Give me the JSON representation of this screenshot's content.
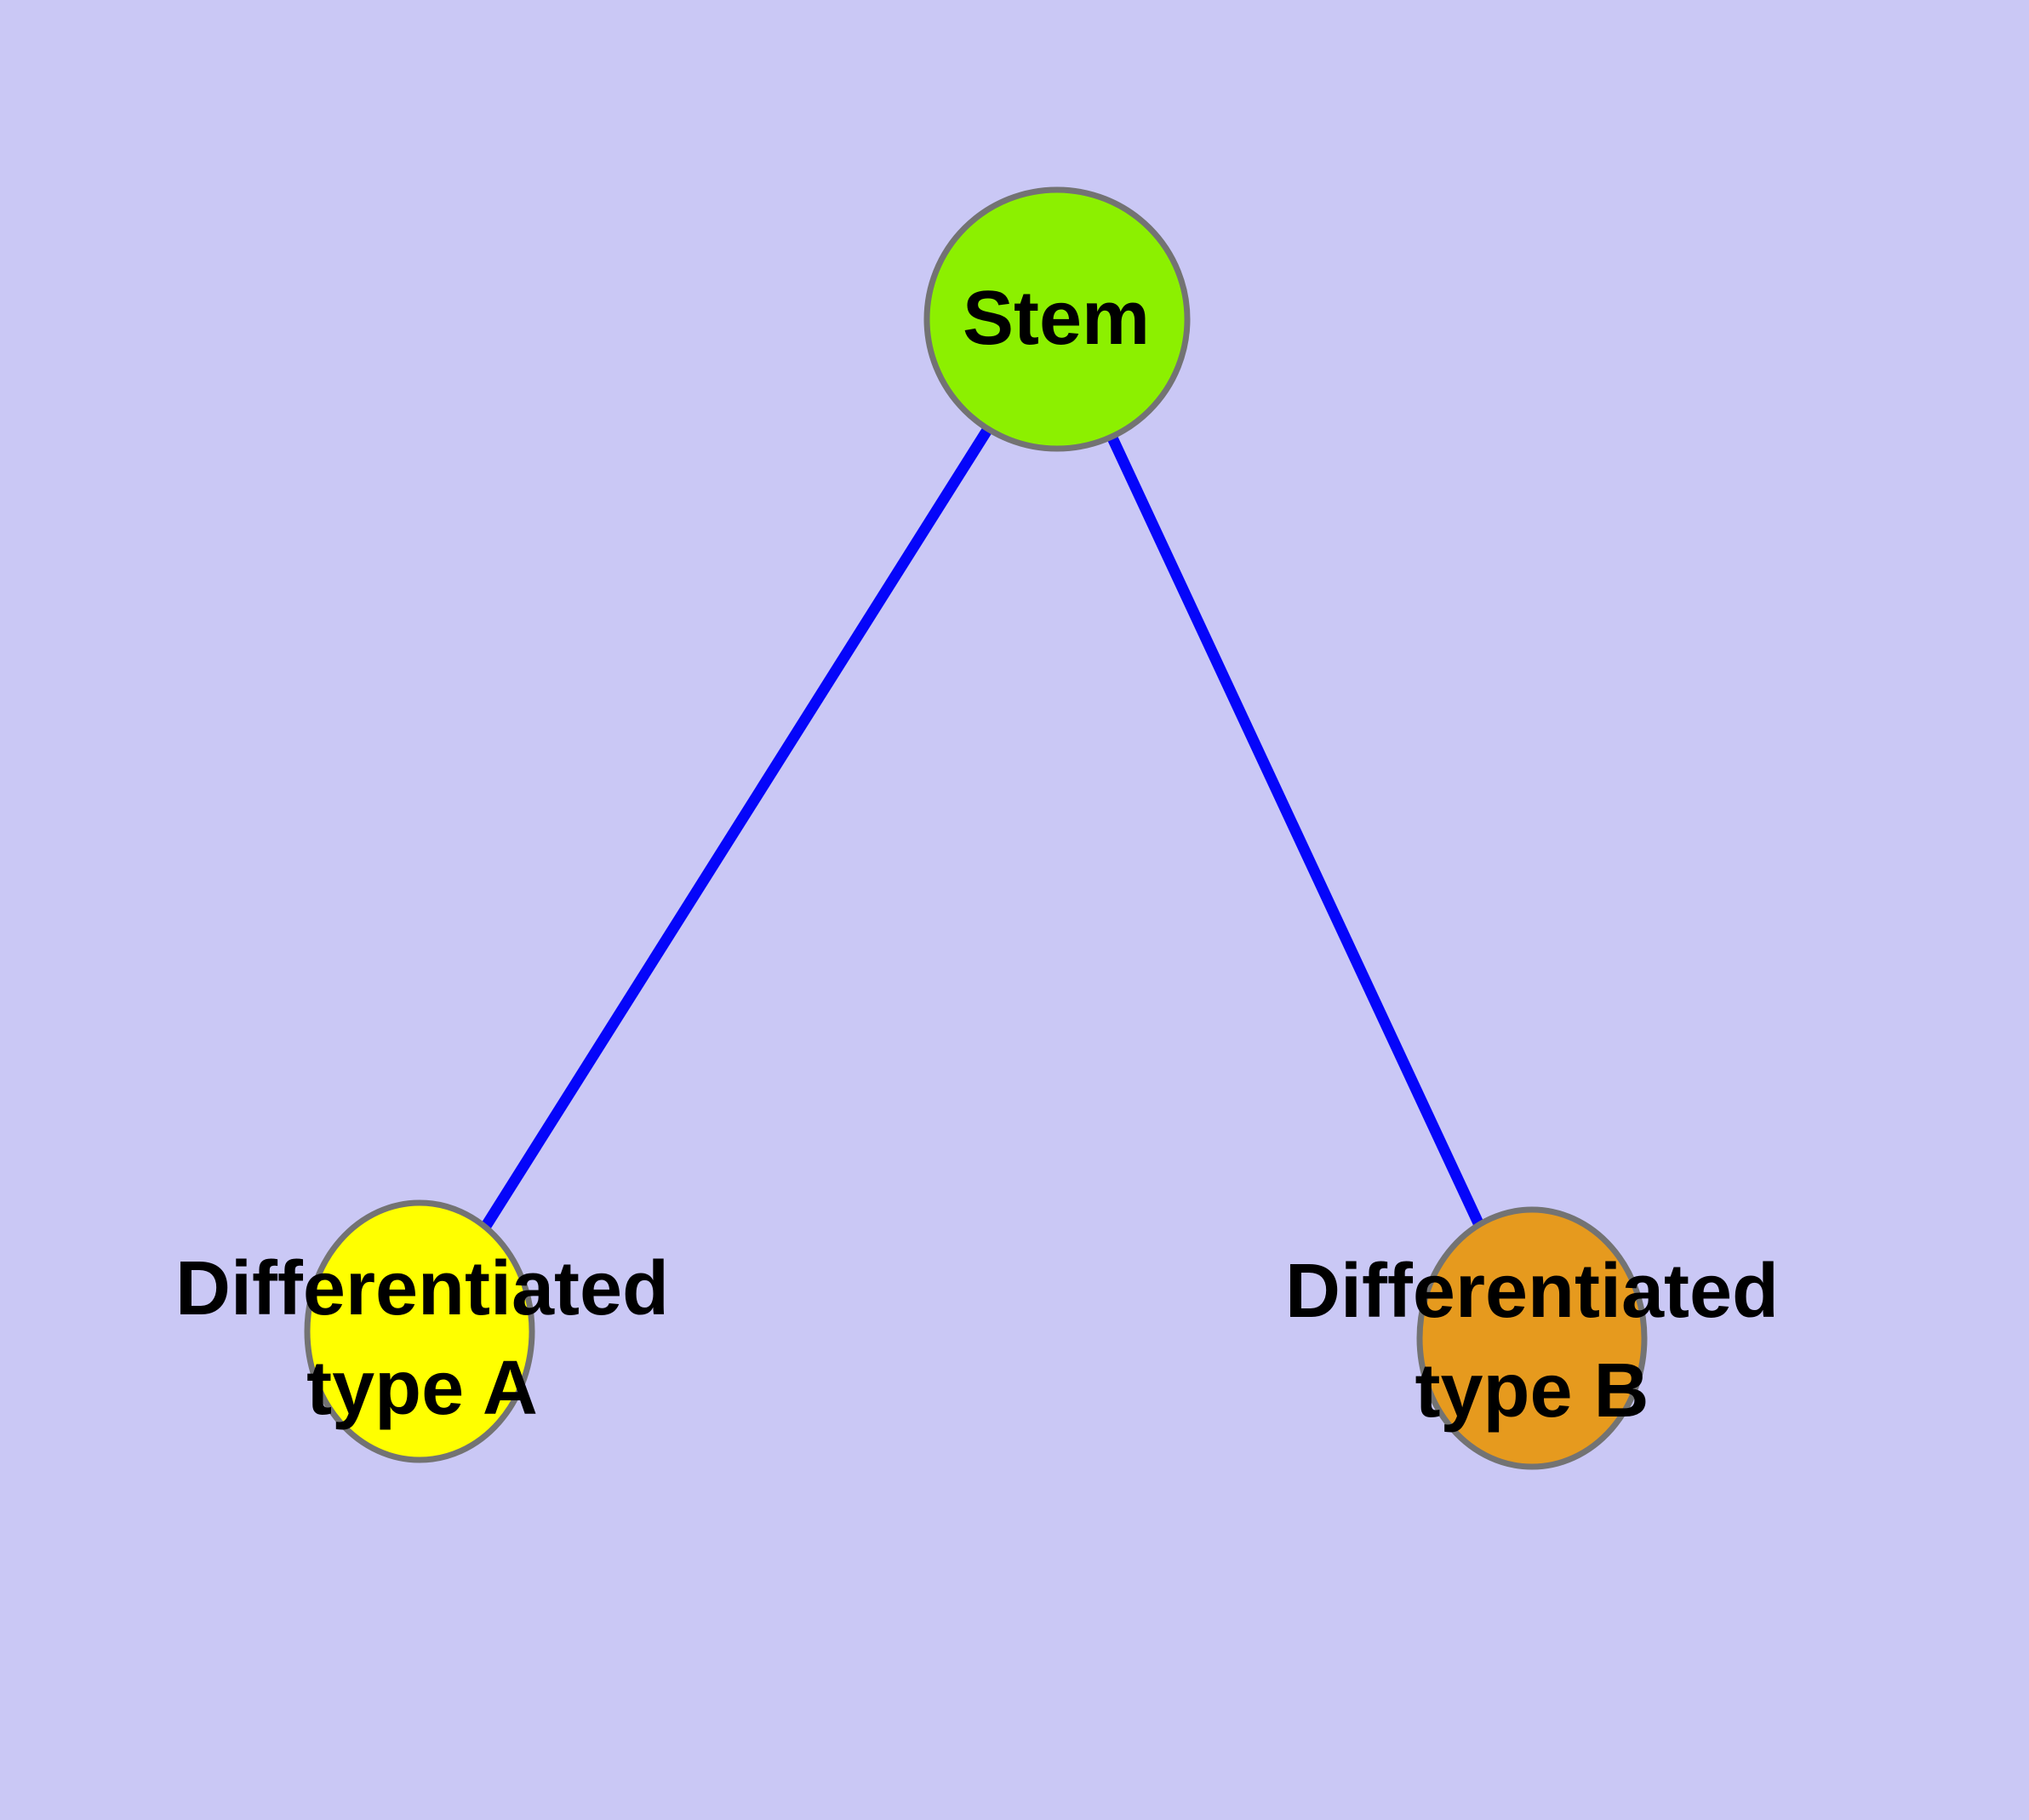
{
  "canvas": {
    "background_color": "#cac8f5"
  },
  "graph": {
    "title": "",
    "edge_color": "#0505fa",
    "node_border_color": "#737373",
    "label_color": "#000000",
    "nodes": {
      "stem": {
        "label": "Stem",
        "fill": "#8cf000"
      },
      "type_a": {
        "lines": [
          "Differentiated",
          "type A"
        ],
        "label": "Differentiated type A",
        "fill": "#ffff00"
      },
      "type_b": {
        "lines": [
          "Differentiated",
          "type B"
        ],
        "label": "Differentiated type B",
        "fill": "#e69a1e"
      }
    },
    "edges": [
      {
        "from": "Stem",
        "to": "Differentiated type A"
      },
      {
        "from": "Stem",
        "to": "Differentiated type B"
      }
    ]
  }
}
